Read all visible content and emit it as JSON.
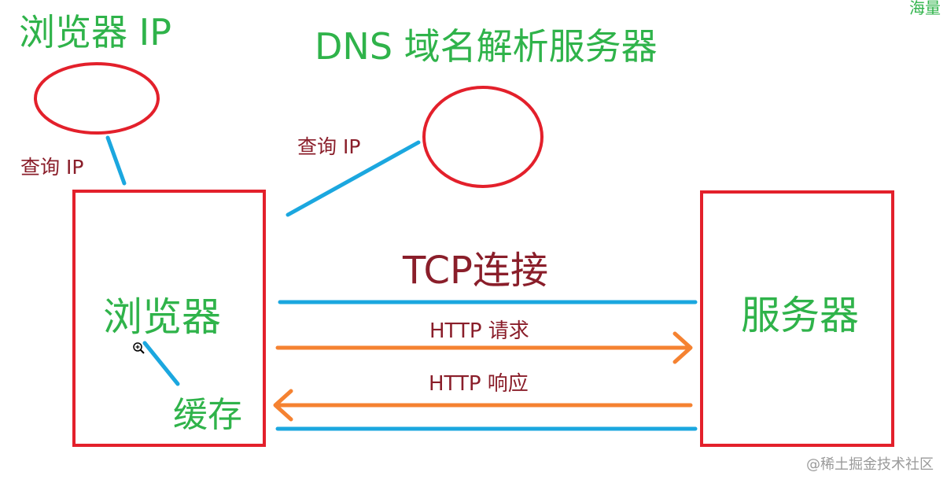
{
  "labels": {
    "browser_ip_title": "浏览器 IP",
    "dns_title": "DNS 域名解析服务器",
    "query_ip_left": "查询 IP",
    "query_ip_right": "查询 IP",
    "browser_box_label": "浏览器",
    "cache_label": "缓存",
    "server_box_label": "服务器",
    "tcp_label": "TCP连接",
    "http_request_label": "HTTP 请求",
    "http_response_label": "HTTP 响应",
    "corner_text": "海量",
    "watermark": "@稀土掘金技术社区"
  },
  "colors": {
    "box_red": "#e3202b",
    "link_blue": "#1ba7df",
    "arrow_orange": "#f58231",
    "label_green": "#2fb34a",
    "label_maroon": "#8a1e2a"
  },
  "icons": {
    "cursor": "zoom-in-cursor-icon"
  }
}
